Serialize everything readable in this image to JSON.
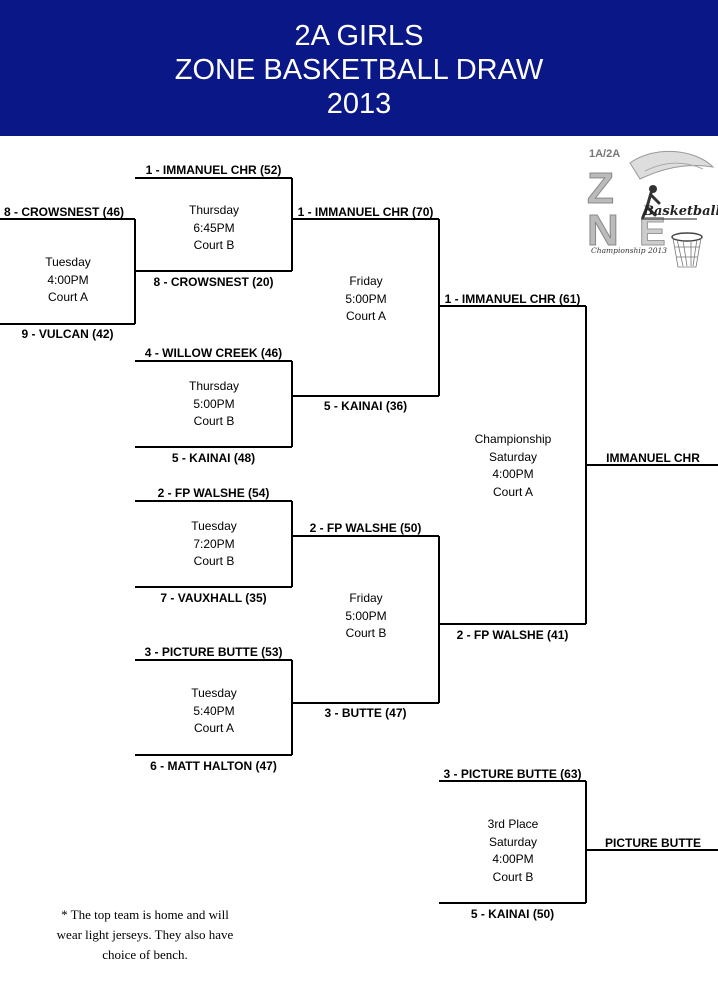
{
  "header": {
    "line1": "2A GIRLS",
    "line2": "ZONE BASKETBALL DRAW",
    "line3": "2013"
  },
  "logo": {
    "top_text": "1A/2A",
    "script_text": "Basketball",
    "bottom_text": "Championship 2013"
  },
  "round1": [
    {
      "top": "8 - CROWSNEST (46)",
      "bottom": "9 - VULCAN (42)",
      "day": "Tuesday",
      "time": "4:00PM",
      "court": "Court A"
    }
  ],
  "round2": [
    {
      "top": "1 - IMMANUEL CHR (52)",
      "bottom": "8 - CROWSNEST (20)",
      "day": "Thursday",
      "time": "6:45PM",
      "court": "Court B"
    },
    {
      "top": "4 - WILLOW CREEK (46)",
      "bottom": "5 - KAINAI (48)",
      "day": "Thursday",
      "time": "5:00PM",
      "court": "Court B"
    },
    {
      "top": "2 - FP WALSHE (54)",
      "bottom": "7 - VAUXHALL (35)",
      "day": "Tuesday",
      "time": "7:20PM",
      "court": "Court B"
    },
    {
      "top": "3 - PICTURE BUTTE (53)",
      "bottom": "6 - MATT HALTON (47)",
      "day": "Tuesday",
      "time": "5:40PM",
      "court": "Court A"
    }
  ],
  "semis": [
    {
      "top": "1 - IMMANUEL CHR (70)",
      "bottom": "5 - KAINAI (36)",
      "day": "Friday",
      "time": "5:00PM",
      "court": "Court A"
    },
    {
      "top": "2 - FP WALSHE (50)",
      "bottom": "3 -  BUTTE (47)",
      "day": "Friday",
      "time": "5:00PM",
      "court": "Court B"
    }
  ],
  "final": {
    "top": "1 - IMMANUEL CHR (61)",
    "bottom": "2 - FP WALSHE (41)",
    "label": "Championship",
    "day": "Saturday",
    "time": "4:00PM",
    "court": "Court A",
    "winner": "IMMANUEL CHR"
  },
  "third_place": {
    "top": "3 - PICTURE BUTTE (63)",
    "bottom": "5 - KAINAI (50)",
    "label": "3rd Place",
    "day": "Saturday",
    "time": "4:00PM",
    "court": "Court B",
    "winner": "PICTURE BUTTE"
  },
  "footnote": {
    "line1": "* The top team is home and will",
    "line2": "wear light jerseys.  They also have",
    "line3": "choice of bench."
  }
}
